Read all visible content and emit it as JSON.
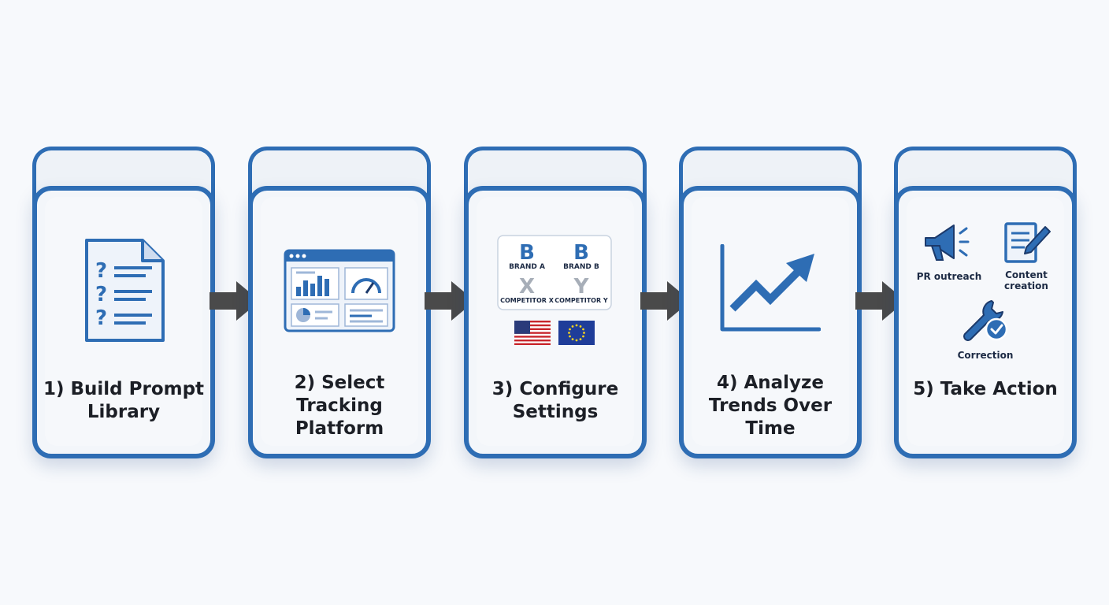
{
  "steps": [
    {
      "label": "1) Build Prompt Library",
      "icon": "document-questions-icon"
    },
    {
      "label": "2) Select Tracking Platform",
      "icon": "dashboard-icon"
    },
    {
      "label": "3) Configure Settings",
      "icon": "settings-brands-icon",
      "brands": [
        {
          "mark": "B",
          "name": "BRAND A"
        },
        {
          "mark": "B",
          "name": "BRAND B"
        },
        {
          "mark": "X",
          "name": "COMPETITOR X"
        },
        {
          "mark": "Y",
          "name": "COMPETITOR Y"
        }
      ]
    },
    {
      "label": "4) Analyze Trends Over Time",
      "icon": "trend-chart-icon"
    },
    {
      "label": "5) Take Action",
      "icon": "actions-icon",
      "actions": [
        "PR outreach",
        "Content creation",
        "Correction"
      ]
    }
  ],
  "colors": {
    "accent": "#2e6db4",
    "arrow": "#4a4a4a"
  }
}
